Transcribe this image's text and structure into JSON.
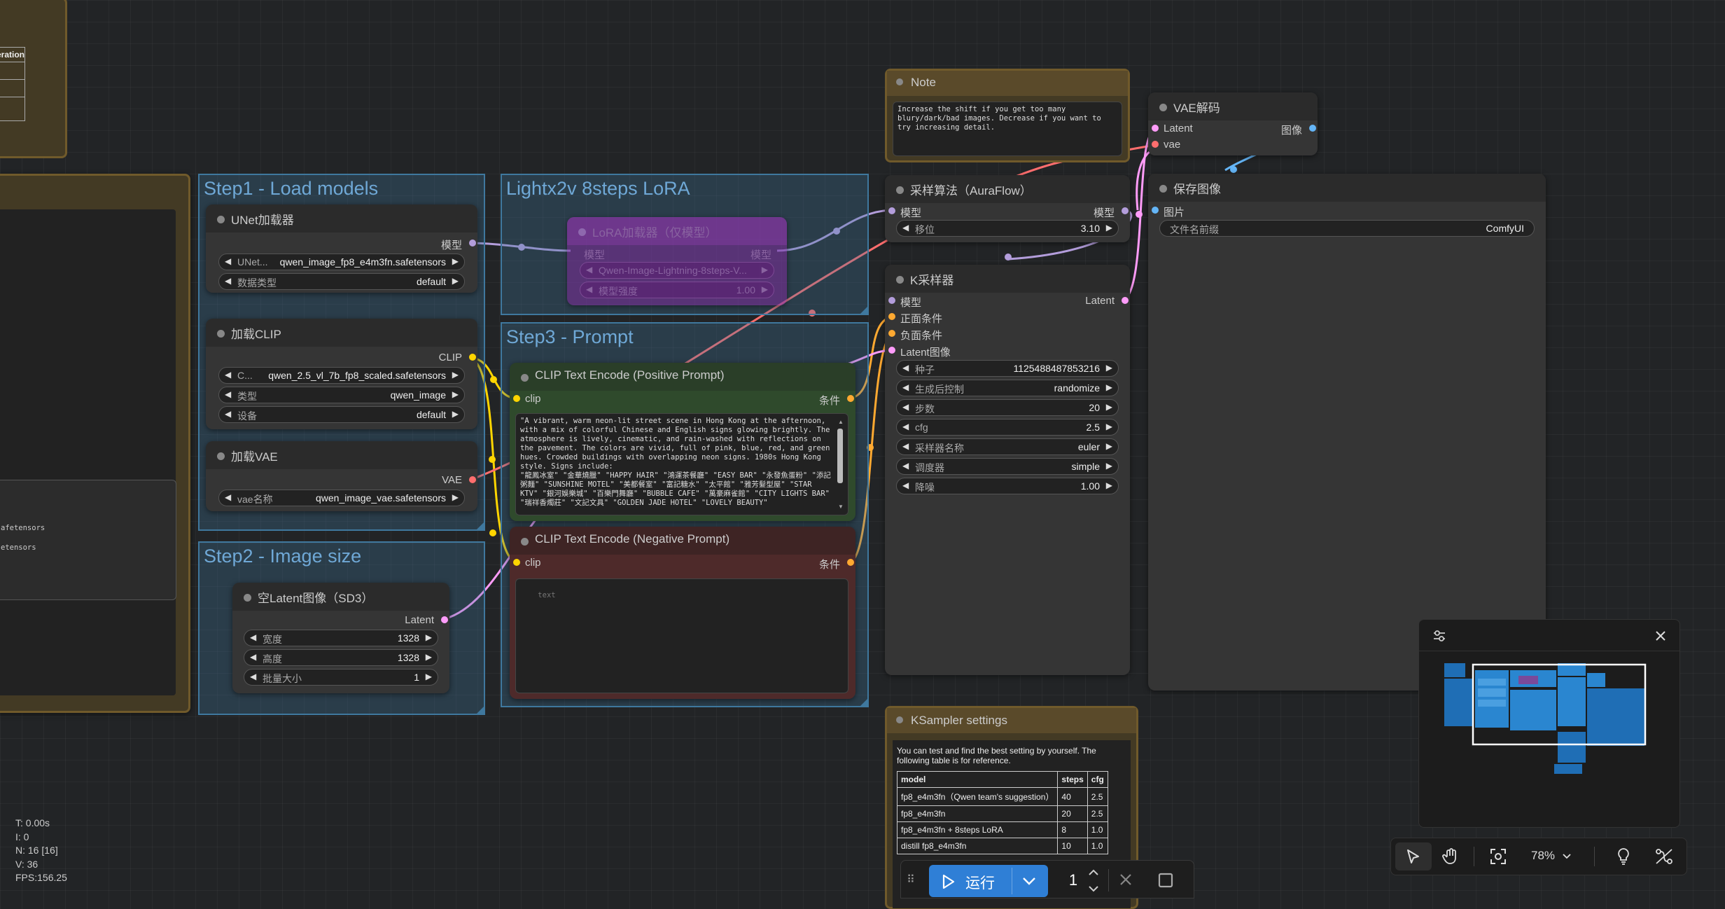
{
  "groups": {
    "step1": "Step1 - Load models",
    "lora": "Lightx2v 8steps LoRA",
    "step2": "Step2 - Image size",
    "step3": "Step3 - Prompt"
  },
  "left_partial": {
    "table_header": "eration",
    "file1": "afetensors",
    "file2": "etensors"
  },
  "unet": {
    "title": "UNet加载器",
    "out": "模型",
    "w1_label": "UNet...",
    "w1_value": "qwen_image_fp8_e4m3fn.safetensors",
    "w2_label": "数据类型",
    "w2_value": "default"
  },
  "clip_loader": {
    "title": "加载CLIP",
    "out": "CLIP",
    "w1_label": "C...",
    "w1_value": "qwen_2.5_vl_7b_fp8_scaled.safetensors",
    "w2_label": "类型",
    "w2_value": "qwen_image",
    "w3_label": "设备",
    "w3_value": "default"
  },
  "vae_loader": {
    "title": "加载VAE",
    "out": "VAE",
    "w1_label": "vae名称",
    "w1_value": "qwen_image_vae.safetensors"
  },
  "lora_node": {
    "title": "LoRA加载器（仅模型）",
    "in": "模型",
    "out": "模型",
    "w1_value": "Qwen-Image-Lightning-8steps-V...",
    "w2_label": "模型强度",
    "w2_value": "1.00"
  },
  "latent": {
    "title": "空Latent图像（SD3）",
    "out": "Latent",
    "w1_label": "宽度",
    "w1_value": "1328",
    "w2_label": "高度",
    "w2_value": "1328",
    "w3_label": "批量大小",
    "w3_value": "1"
  },
  "pos": {
    "title": "CLIP Text Encode (Positive Prompt)",
    "in": "clip",
    "out": "条件",
    "text": "\"A vibrant, warm neon-lit street scene in Hong Kong at the afternoon, with a mix of colorful Chinese and English signs glowing brightly. The atmosphere is lively, cinematic, and rain-washed with reflections on the pavement. The colors are vivid, full of pink, blue, red, and green hues. Crowded buildings with overlapping neon signs. 1980s Hong Kong style. Signs include:\n\"龍鳳冰室\" \"金華燒臘\" \"HAPPY HAIR\" \"鴻運茶餐廳\" \"EASY BAR\" \"永發魚蛋粉\" \"添記粥麵\" \"SUNSHINE MOTEL\" \"美都餐室\" \"富記糖水\" \"太平館\" \"雅芳髮型屋\" \"STAR KTV\" \"銀河娛樂城\" \"百樂門舞廳\" \"BUBBLE CAFE\" \"萬豪麻雀館\" \"CITY LIGHTS BAR\" \"瑞祥香燭莊\" \"文記文具\" \"GOLDEN JADE HOTEL\" \"LOVELY BEAUTY\""
  },
  "neg": {
    "title": "CLIP Text Encode (Negative Prompt)",
    "in": "clip",
    "out": "条件",
    "placeholder": "text"
  },
  "note": {
    "title": "Note",
    "text": "Increase the shift if you get too many blury/dark/bad images. Decrease if you want to try increasing detail."
  },
  "aura": {
    "title": "采样算法（AuraFlow）",
    "in": "模型",
    "out": "模型",
    "w1_label": "移位",
    "w1_value": "3.10"
  },
  "ksampler": {
    "title": "K采样器",
    "in_model": "模型",
    "in_pos": "正面条件",
    "in_neg": "负面条件",
    "in_latent": "Latent图像",
    "out": "Latent",
    "seed_label": "种子",
    "seed_value": "1125488487853216",
    "ctrl_label": "生成后控制",
    "ctrl_value": "randomize",
    "steps_label": "步数",
    "steps_value": "20",
    "cfg_label": "cfg",
    "cfg_value": "2.5",
    "sampler_label": "采样器名称",
    "sampler_value": "euler",
    "sched_label": "调度器",
    "sched_value": "simple",
    "denoise_label": "降噪",
    "denoise_value": "1.00"
  },
  "vae_decode": {
    "title": "VAE解码",
    "in_latent": "Latent",
    "in_vae": "vae",
    "out": "图像"
  },
  "save": {
    "title": "保存图像",
    "in": "图片",
    "w1_label": "文件名前缀",
    "w1_value": "ComfyUI"
  },
  "ks_settings": {
    "title": "KSampler settings",
    "intro": "You can test and find the best setting by yourself. The following table is for reference.",
    "headers": [
      "model",
      "steps",
      "cfg"
    ],
    "rows": [
      [
        "fp8_e4m3fn（Qwen team's suggestion）",
        "40",
        "2.5"
      ],
      [
        "fp8_e4m3fn",
        "20",
        "2.5"
      ],
      [
        "fp8_e4m3fn + 8steps LoRA",
        "8",
        "1.0"
      ],
      [
        "distill fp8_e4m3fn",
        "10",
        "1.0"
      ]
    ]
  },
  "stats": {
    "t": "T: 0.00s",
    "i": "I: 0",
    "n": "N: 16 [16]",
    "v": "V: 36",
    "fps": "FPS:156.25"
  },
  "run_bar": {
    "run_label": "运行",
    "batch_count": "1"
  },
  "canvas_tools": {
    "zoom": "78%"
  },
  "colors": {
    "model_link": "#b39ddb",
    "clip_link": "#ffd500",
    "vae_link": "#ff6e6e",
    "latent_link": "#ff9cf9",
    "cond_link": "#ffa931",
    "image_link": "#64b5f6",
    "group": "#3f789e",
    "note": "#705a2b"
  }
}
